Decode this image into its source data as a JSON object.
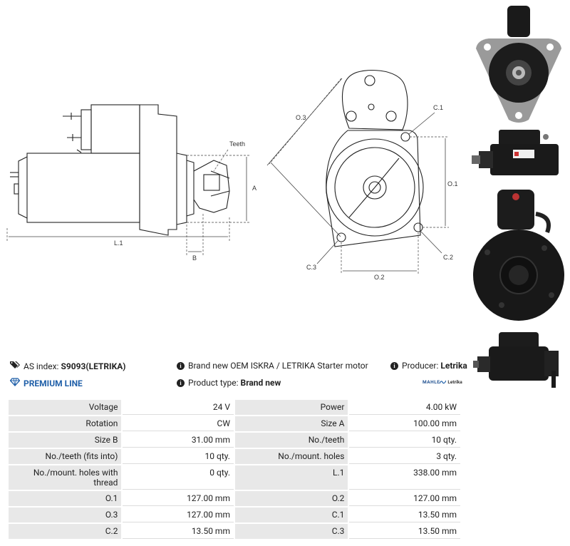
{
  "drawing": {
    "label_teeth": "Teeth",
    "label_a": "A",
    "label_l1": "L.1",
    "label_b": "B",
    "label_o3": "O.3",
    "label_c1": "C.1",
    "label_o1": "O.1",
    "label_c2": "C.2",
    "label_c3": "C.3",
    "label_o2": "O.2"
  },
  "info": {
    "as_index_label": "AS index:",
    "as_index_value": "S9093(LETRIKA)",
    "description": "Brand new OEM ISKRA / LETRIKA Starter motor",
    "producer_label": "Producer:",
    "producer_value": "Letrika",
    "premium": "PREMIUM LINE",
    "product_type_label": "Product type:",
    "product_type_value": "Brand new",
    "logo_mahle": "MAHLE",
    "logo_letrika": "Letrika"
  },
  "specs": [
    {
      "l1": "Voltage",
      "v1": "24 V",
      "l2": "Power",
      "v2": "4.00 kW"
    },
    {
      "l1": "Rotation",
      "v1": "CW",
      "l2": "Size A",
      "v2": "100.00 mm"
    },
    {
      "l1": "Size B",
      "v1": "31.00 mm",
      "l2": "No./teeth",
      "v2": "10 qty."
    },
    {
      "l1": "No./teeth (fits into)",
      "v1": "10 qty.",
      "l2": "No./mount. holes",
      "v2": "3 qty."
    },
    {
      "l1": "No./mount. holes with thread",
      "v1": "0 qty.",
      "l2": "L.1",
      "v2": "338.00 mm"
    },
    {
      "l1": "O.1",
      "v1": "127.00 mm",
      "l2": "O.2",
      "v2": "127.00 mm"
    },
    {
      "l1": "O.3",
      "v1": "127.00 mm",
      "l2": "C.1",
      "v2": "13.50 mm"
    },
    {
      "l1": "C.2",
      "v1": "13.50 mm",
      "l2": "C.3",
      "v2": "13.50 mm"
    }
  ]
}
